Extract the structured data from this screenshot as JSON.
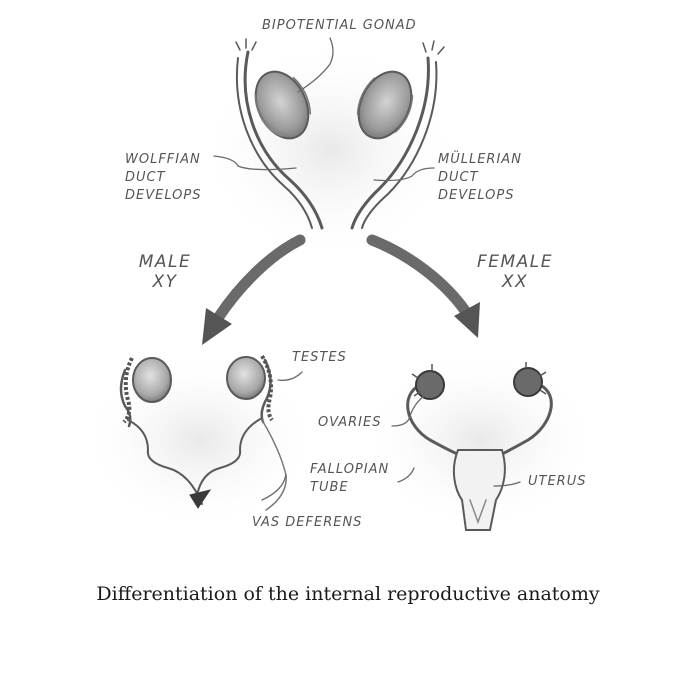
{
  "labels": {
    "bipotential_gonad": "BIPOTENTIAL GONAD",
    "wolffian": [
      "WOLFFIAN",
      "DUCT",
      "DEVELOPS"
    ],
    "mullerian": [
      "MÜLLERIAN",
      "DUCT",
      "DEVELOPS"
    ],
    "male": [
      "MALE",
      "XY"
    ],
    "female": [
      "FEMALE",
      "XX"
    ],
    "testes": "TESTES",
    "vas_deferens": "VAS DEFERENS",
    "ovaries": "OVARIES",
    "fallopian_tube": [
      "FALLOPIAN",
      "TUBE"
    ],
    "uterus": "UTERUS"
  },
  "caption": "Differentiation of the internal reproductive anatomy",
  "colors": {
    "pencil_dark": "#5a5a5a",
    "pencil_mid": "#8a8a8a",
    "pencil_light": "#c8c8c8",
    "caption": "#1a1a1a"
  }
}
